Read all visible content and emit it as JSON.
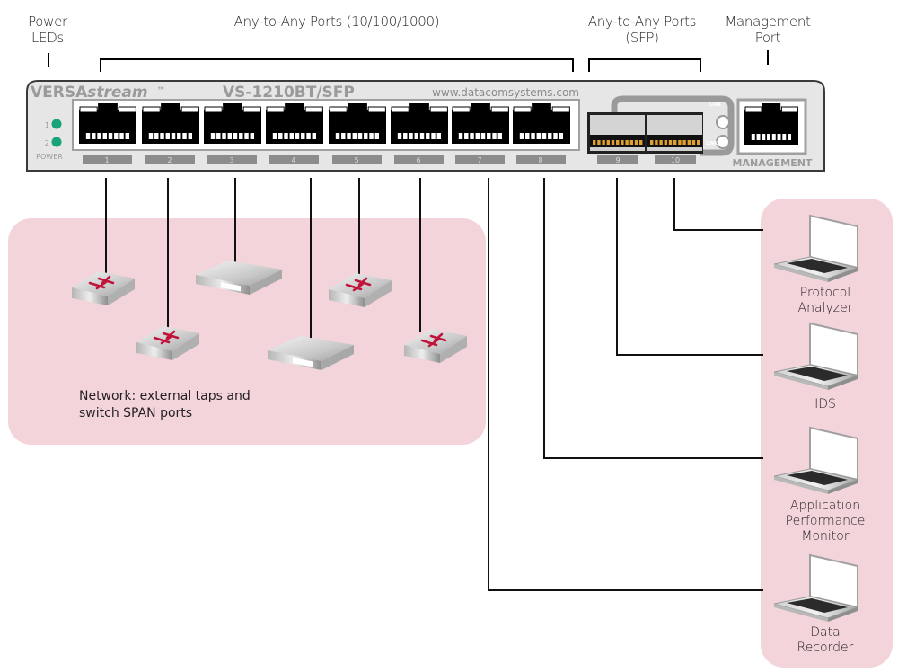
{
  "callouts": {
    "power_leds": "Power LEDs",
    "any_ports_copper": "Any-to-Any Ports (10/100/1000)",
    "any_ports_sfp_line1": "Any-to-Any Ports",
    "any_ports_sfp_line2": "(SFP)",
    "management_port_line1": "Management",
    "management_port_line2": "Port",
    "power_leds_line1": "Power",
    "power_leds_line2": "LEDs"
  },
  "device": {
    "brand_bold": "VERSA",
    "brand_italic": "stream",
    "trademark": "™",
    "model": "VS-1210BT/SFP",
    "website": "www.datacomsystems.com",
    "led_labels": [
      "1",
      "2"
    ],
    "power_label": "POWER",
    "copper_ports": [
      "1",
      "2",
      "3",
      "4",
      "5",
      "6",
      "7",
      "8"
    ],
    "sfp_ports": [
      "9",
      "10"
    ],
    "link_label": "LINK",
    "management_label": "MANAGEMENT",
    "led_color": "#1aa37a"
  },
  "network_zone": {
    "caption_line1": "Network:  external taps and",
    "caption_line2": "switch SPAN ports",
    "devices": [
      {
        "type": "switch",
        "port": "1"
      },
      {
        "type": "switch",
        "port": "2"
      },
      {
        "type": "tap",
        "port": "3"
      },
      {
        "type": "tap",
        "port": "4"
      },
      {
        "type": "switch",
        "port": "5"
      },
      {
        "type": "switch",
        "port": "6"
      }
    ]
  },
  "tools_zone": {
    "tools": [
      {
        "name_lines": [
          "Protocol",
          "Analyzer"
        ],
        "port": "10"
      },
      {
        "name_lines": [
          "IDS"
        ],
        "port": "9"
      },
      {
        "name_lines": [
          "Application",
          "Performance",
          "Monitor"
        ],
        "port": "8"
      },
      {
        "name_lines": [
          "Data",
          "Recorder"
        ],
        "port": "7"
      }
    ]
  },
  "colors": {
    "zone_fill": "#f3d4da",
    "chassis_fill": "#e6e6e6",
    "port_label_fill": "#8c8c8c",
    "accent_red": "#c0143c"
  }
}
